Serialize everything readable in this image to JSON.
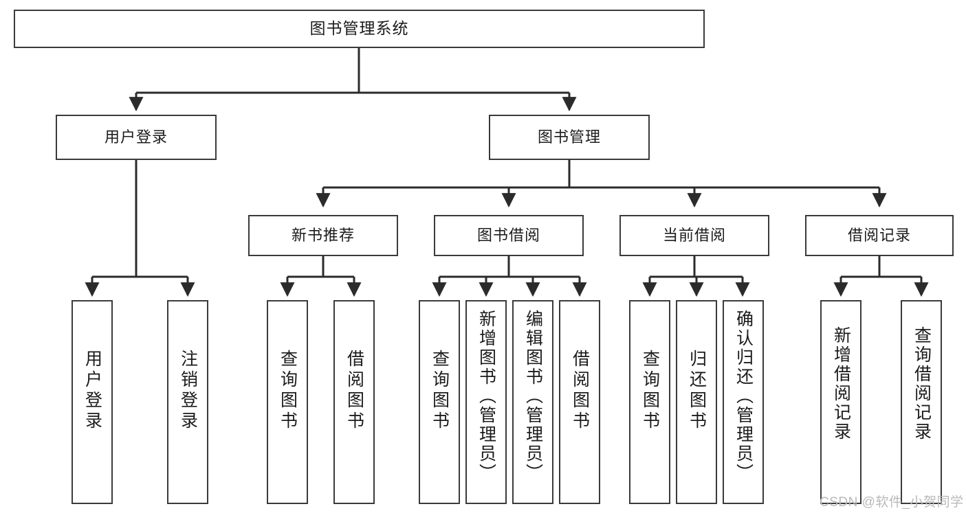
{
  "diagram": {
    "title": "图书管理系统",
    "type": "tree-hierarchy",
    "watermark": "CSDN @软件_小贺同学",
    "colors": {
      "box_border": "#3a3a3a",
      "box_fill": "#ffffff",
      "edge": "#2b2b2b",
      "text": "#1b1b1b",
      "watermark": "#b9b9b9",
      "background": "#ffffff"
    },
    "levels": {
      "root": {
        "label": "图书管理系统"
      },
      "level1": [
        {
          "label": "用户登录"
        },
        {
          "label": "图书管理"
        }
      ],
      "level2": [
        {
          "label": "新书推荐"
        },
        {
          "label": "图书借阅"
        },
        {
          "label": "当前借阅"
        },
        {
          "label": "借阅记录"
        }
      ],
      "leaves": {
        "user_login": [
          {
            "label": "用户登录"
          },
          {
            "label": "注销登录"
          }
        ],
        "new_book_recommend": [
          {
            "label": "查询图书"
          },
          {
            "label": "借阅图书"
          }
        ],
        "book_borrow": [
          {
            "label": "查询图书"
          },
          {
            "label": "新增图书（管理员）"
          },
          {
            "label": "编辑图书（管理员）"
          },
          {
            "label": "借阅图书"
          }
        ],
        "current_borrow": [
          {
            "label": "查询图书"
          },
          {
            "label": "归还图书"
          },
          {
            "label": "确认归还（管理员）"
          }
        ],
        "borrow_record": [
          {
            "label": "新增借阅记录"
          },
          {
            "label": "查询借阅记录"
          }
        ]
      }
    }
  }
}
